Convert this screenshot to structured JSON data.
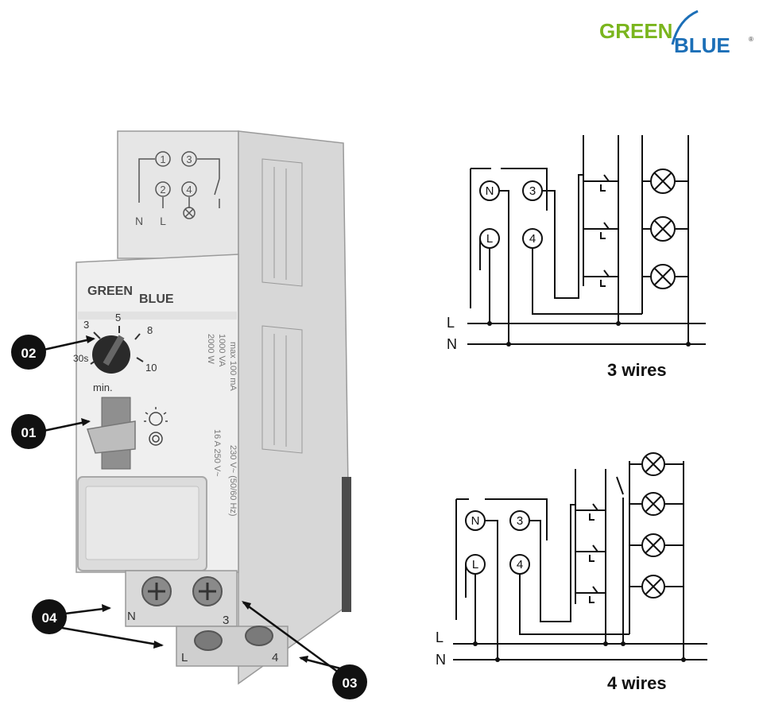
{
  "brand": {
    "part1": "GREEN",
    "part2": "BLUE",
    "registered": "®"
  },
  "device": {
    "front_logo_part1": "GREEN",
    "front_logo_part2": "BLUE",
    "dial_labels": [
      "3",
      "5",
      "8",
      "30s",
      "10"
    ],
    "dial_unit": "min.",
    "top_terminals": [
      "1",
      "3",
      "2",
      "4"
    ],
    "top_letters": [
      "N",
      "L"
    ],
    "bottom_terminals": {
      "n": "N",
      "three": "3",
      "l": "L",
      "four": "4"
    },
    "side_text": [
      "2000 W",
      "1000 VA",
      "max 100 mA",
      "16 A 250 V~",
      "230 V~ (50/60 Hz)"
    ]
  },
  "callouts": [
    "01",
    "02",
    "03",
    "04"
  ],
  "colors": {
    "callout_bg": "#111111",
    "green": "#7ab51d",
    "blue": "#1c6fb7"
  },
  "wiring_3": {
    "caption": "3 wires",
    "terminals": [
      "N",
      "3",
      "L",
      "4"
    ],
    "rails": [
      "L",
      "N"
    ]
  },
  "wiring_4": {
    "caption": "4 wires",
    "terminals": [
      "N",
      "3",
      "L",
      "4"
    ],
    "rails": [
      "L",
      "N"
    ]
  }
}
